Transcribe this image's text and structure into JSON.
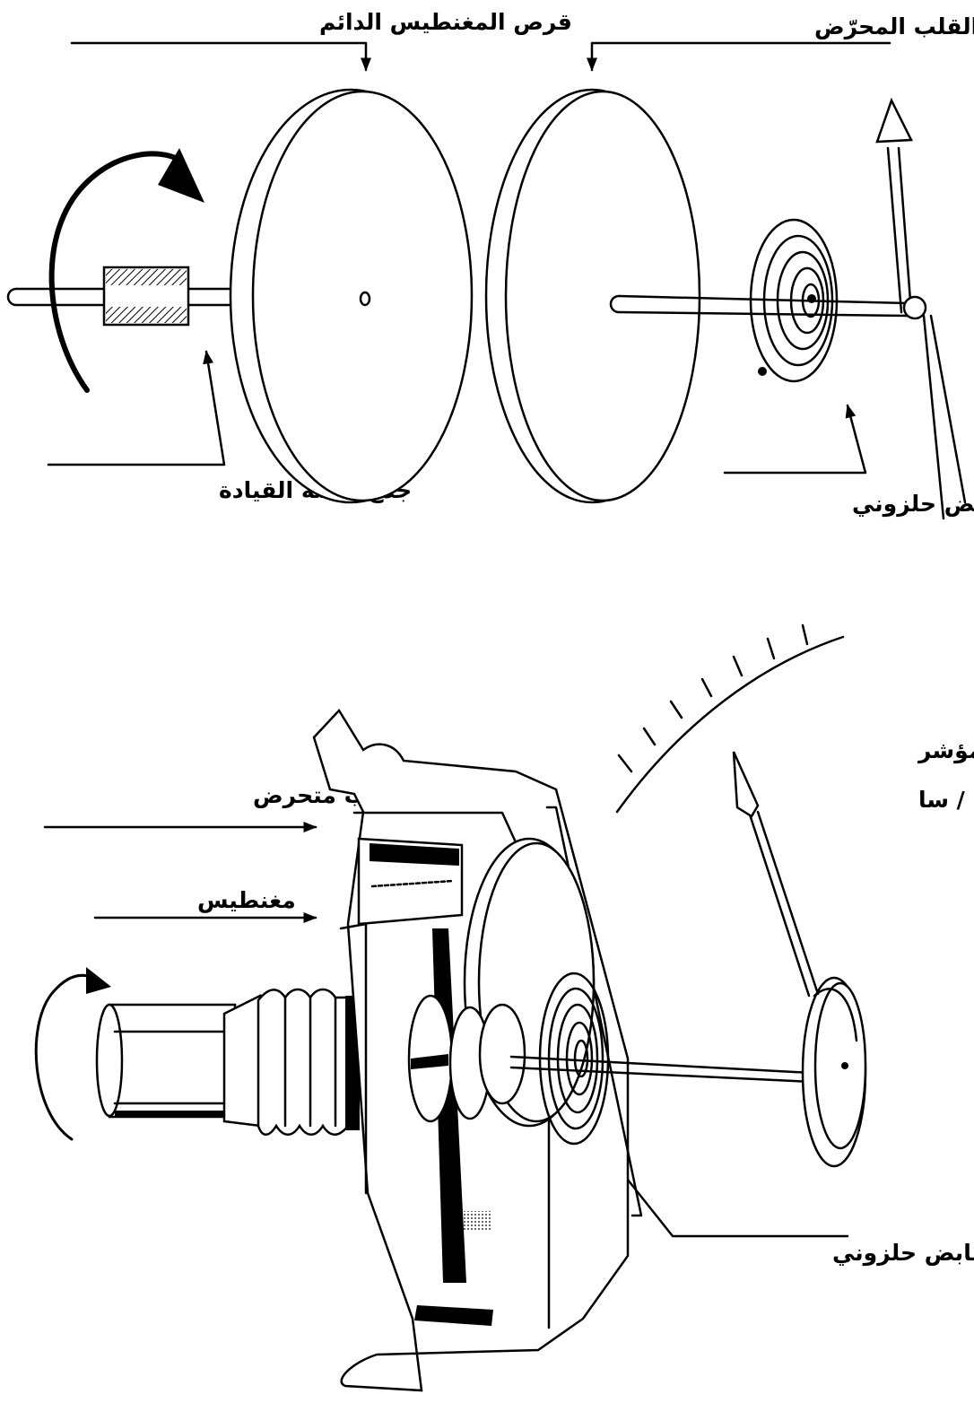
{
  "colors": {
    "ink": "#000000",
    "paper": "#ffffff"
  },
  "top_diagram": {
    "permanent_magnet_disc_label": "قرص المغنطيس الدائم",
    "moving_core_disc_label": "قرص القلب المحرّض",
    "drive_shaft_label": "جذع وصلة القيادة",
    "spiral_spring_label": "نابض حلزوني"
  },
  "bottom_diagram": {
    "moving_core_label": "قلب  متحرض",
    "magnet_label": "مغنطيس",
    "pointer_needle_label": "إبرة المؤشر",
    "unit_label": "كم / سا",
    "spiral_spring_label": "نابض حلزوني"
  },
  "icons": [
    "rotation-arrow-icon",
    "label-pointer-arrow-icon",
    "needle-arrowhead-icon",
    "spiral-spring-icon"
  ]
}
